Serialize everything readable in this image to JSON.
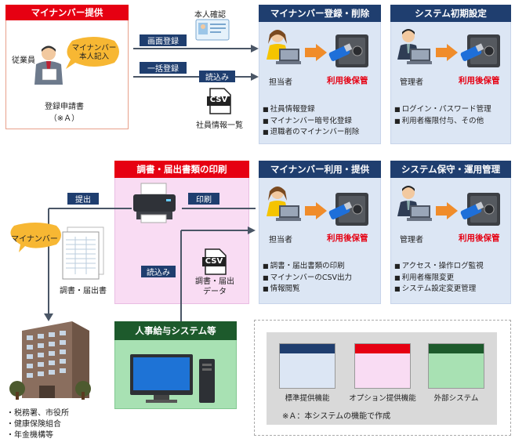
{
  "panels": {
    "provide": {
      "title": "マイナンバー提供"
    },
    "register": {
      "title": "マイナンバー登録・削除",
      "role": "担当者",
      "storage": "利用後保管",
      "items": [
        "社員情報登録",
        "マイナンバー暗号化登録",
        "退職者のマイナンバー削除"
      ]
    },
    "init": {
      "title": "システム初期設定",
      "role": "管理者",
      "storage": "利用後保管",
      "items": [
        "ログイン・パスワード管理",
        "利用者権限付与、その他"
      ]
    },
    "print": {
      "title": "調書・届出書類の印刷"
    },
    "use": {
      "title": "マイナンバー利用・提供",
      "role": "担当者",
      "storage": "利用後保管",
      "items": [
        "調書・届出書類の印刷",
        "マイナンバーのCSV出力",
        "情報閲覧"
      ]
    },
    "maint": {
      "title": "システム保守・運用管理",
      "role": "管理者",
      "storage": "利用後保管",
      "items": [
        "アクセス・操作ログ監視",
        "利用者権限変更",
        "システム設定変更管理"
      ]
    },
    "hr": {
      "title": "人事給与システム等"
    }
  },
  "labels": {
    "employee": "従業員",
    "bubble": "マイナンバー\n本人記入",
    "application_form": "登録申請書",
    "application_note": "（※Ａ）",
    "id_check": "本人確認",
    "screen_reg": "画面登録",
    "bulk_reg": "一括登録",
    "read_in": "読込み",
    "csv": "CSV",
    "employee_list": "社員情報一覧",
    "submit": "提出",
    "print": "印刷",
    "mynumber_bubble": "マイナンバー",
    "docs": "調書・届出書",
    "read_in2": "読込み",
    "csv2": "CSV",
    "docs_data": "調書・届出\nデータ",
    "offices": [
      "・税務署、市役所",
      "・健康保険組合",
      "・年金機構等"
    ]
  },
  "legend": {
    "items": [
      {
        "label": "標準提供機能",
        "color": "#1f3e6f",
        "fill": "#dce6f4"
      },
      {
        "label": "オプション提供機能",
        "color": "#e60012",
        "fill": "#f9dcf3"
      },
      {
        "label": "外部システム",
        "color": "#1d5a2c",
        "fill": "#a8e1b3"
      }
    ],
    "note": "※Ａ：本システムの機能で作成"
  }
}
